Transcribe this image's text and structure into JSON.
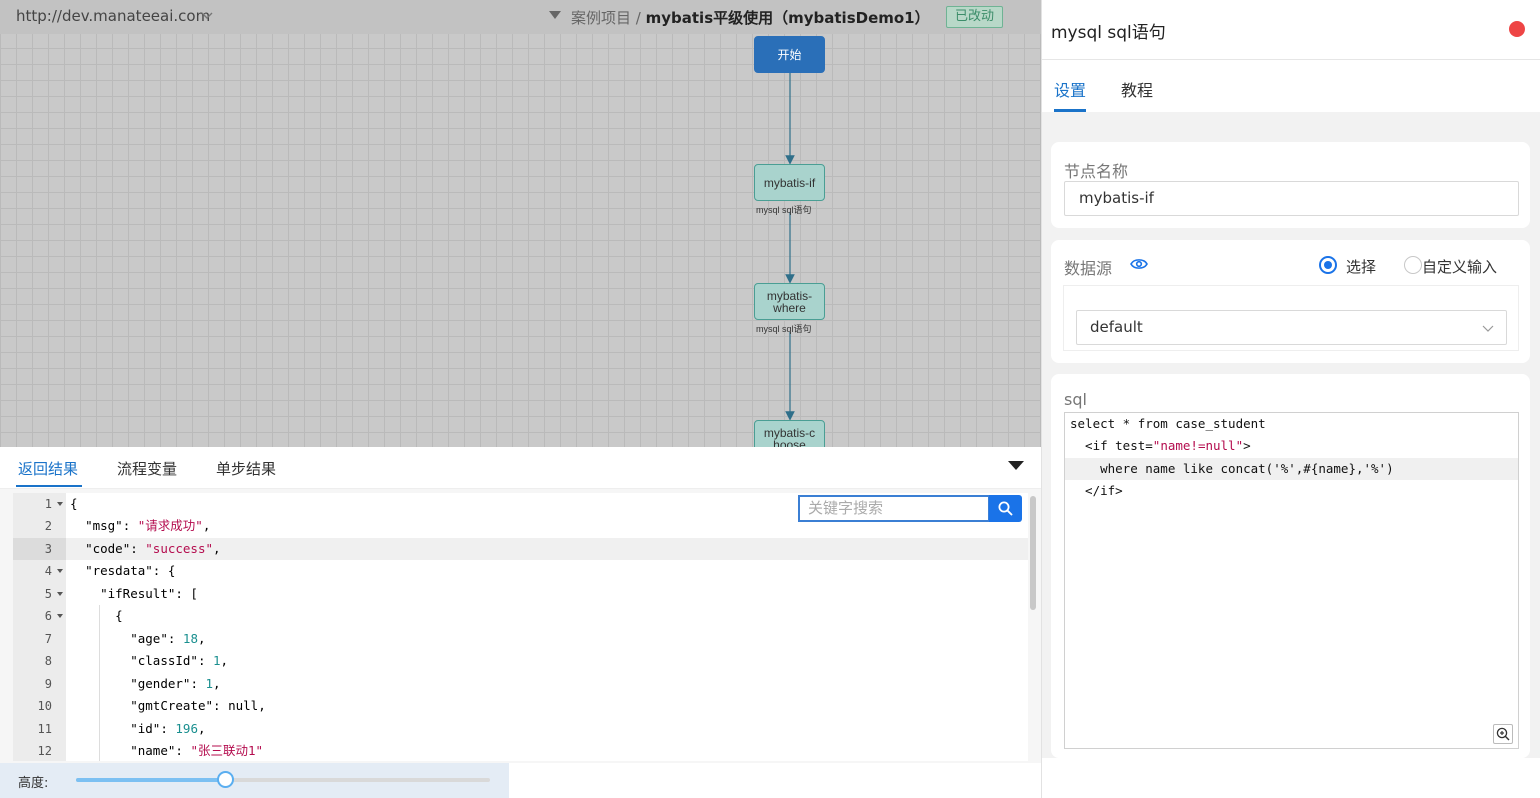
{
  "app": {
    "url": "http://dev.manateeai.com",
    "breadcrumb_parent": "案例项目",
    "breadcrumb_sep": " / ",
    "breadcrumb_current": "mybatis平级使用（mybatisDemo1）",
    "status_badge": "已改动"
  },
  "flow": {
    "nodes": [
      {
        "label": "开始",
        "subtitle": ""
      },
      {
        "label": "mybatis-if",
        "subtitle": "mysql sql语句"
      },
      {
        "label": "mybatis-where",
        "subtitle": "mysql sql语句"
      },
      {
        "label": "mybatis-choose",
        "subtitle": ""
      }
    ]
  },
  "result_panel": {
    "tabs": [
      {
        "label": "返回结果",
        "active": true
      },
      {
        "label": "流程变量",
        "active": false
      },
      {
        "label": "单步结果",
        "active": false
      }
    ],
    "search_placeholder": "关键字搜索",
    "height_label": "高度:",
    "height_value": 0.36,
    "code_lines": [
      {
        "n": "1",
        "fold": true
      },
      {
        "n": "2",
        "fold": false
      },
      {
        "n": "3",
        "fold": false
      },
      {
        "n": "4",
        "fold": true
      },
      {
        "n": "5",
        "fold": true
      },
      {
        "n": "6",
        "fold": true
      },
      {
        "n": "7",
        "fold": false
      },
      {
        "n": "8",
        "fold": false
      },
      {
        "n": "9",
        "fold": false
      },
      {
        "n": "10",
        "fold": false
      },
      {
        "n": "11",
        "fold": false
      },
      {
        "n": "12",
        "fold": false
      }
    ],
    "json": {
      "msg_key": "\"msg\"",
      "msg_val": "\"请求成功\"",
      "code_key": "\"code\"",
      "code_val": "\"success\"",
      "resdata_key": "\"resdata\"",
      "ifresult_key": "\"ifResult\"",
      "age_key": "\"age\"",
      "age_val": "18",
      "classid_key": "\"classId\"",
      "classid_val": "1",
      "gender_key": "\"gender\"",
      "gender_val": "1",
      "gmtcreate_key": "\"gmtCreate\"",
      "gmtcreate_val": "null",
      "id_key": "\"id\"",
      "id_val": "196",
      "name_key": "\"name\"",
      "name_val": "\"张三联动1\""
    }
  },
  "side_panel": {
    "title": "mysql sql语句",
    "tabs": [
      {
        "label": "设置",
        "active": true
      },
      {
        "label": "教程",
        "active": false
      }
    ],
    "node_name_label": "节点名称",
    "node_name_value": "mybatis-if",
    "datasource_label": "数据源",
    "radio_select_label": "选择",
    "radio_custom_label": "自定义输入",
    "datasource_value": "default",
    "sql_label": "sql",
    "sql_lines": [
      "select * from case_student",
      "  <if test=",
      "\"name!=null\"",
      ">",
      "    where name like concat('%',#{name},'%')",
      "  </if>"
    ]
  },
  "colors": {
    "accent": "#1a73c9",
    "start_node": "#2a6fb8",
    "node_fill": "#a9d3cd",
    "edge": "#2f6f8a",
    "close": "#ee4545",
    "string": "#b40c4e",
    "number": "#1a8f8f"
  },
  "icons": [
    "chevron-down-icon",
    "collapse-triangle-icon",
    "search-icon",
    "eye-icon",
    "zoom-in-icon"
  ]
}
